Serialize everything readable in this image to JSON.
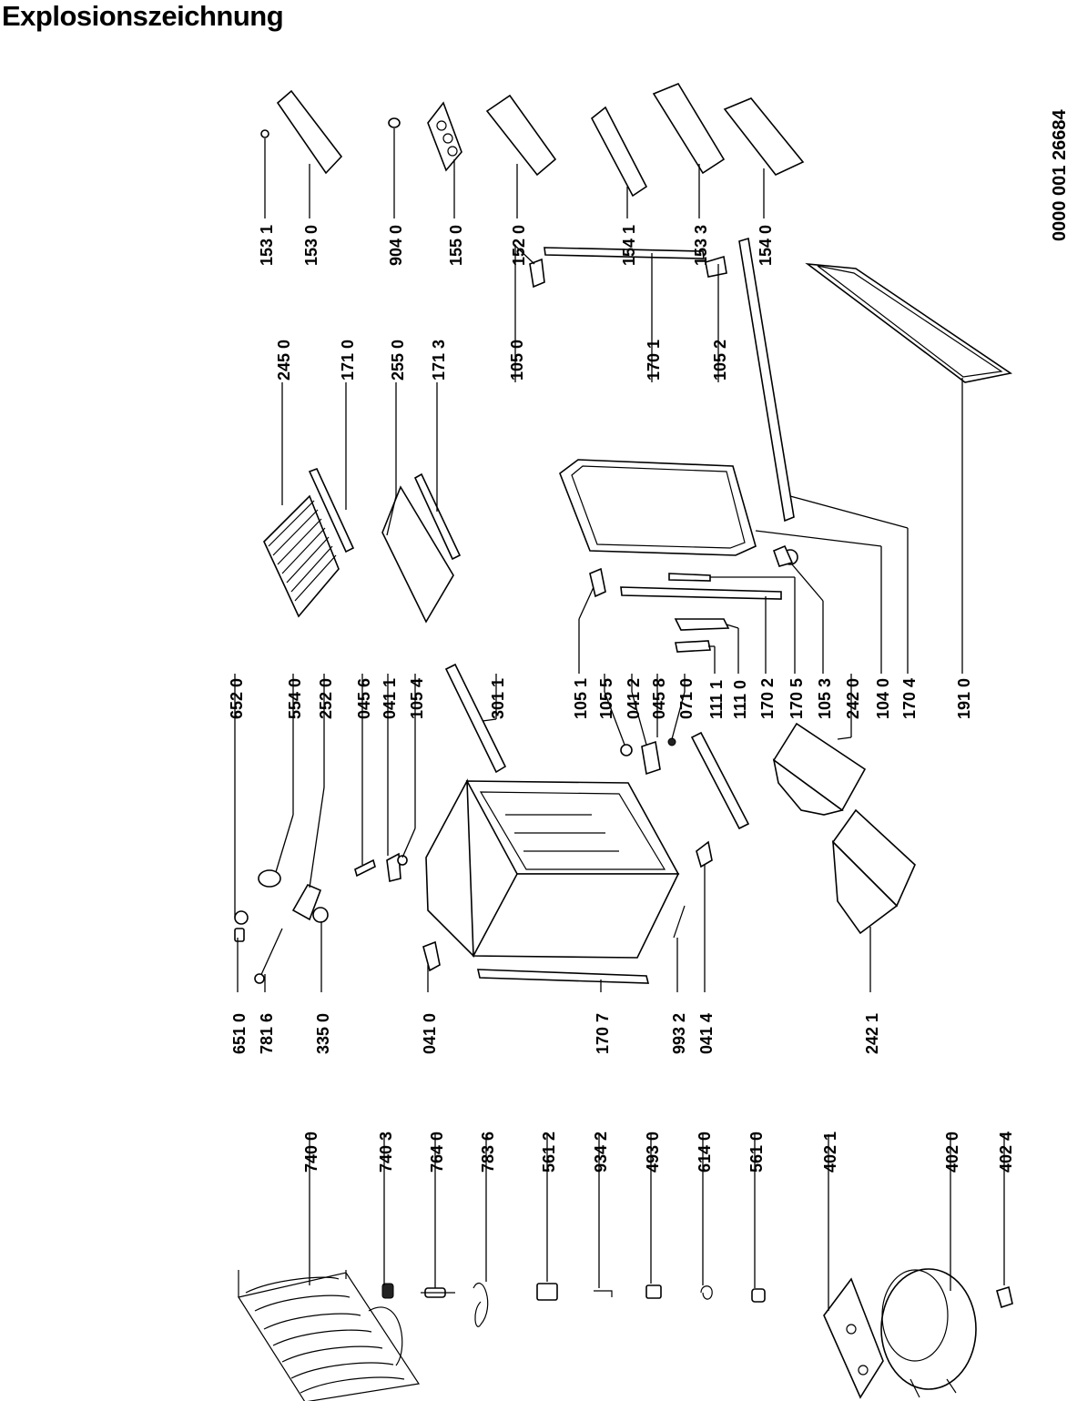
{
  "title": "Explosionszeichnung",
  "doc_number": "0000 001 26684",
  "labels": [
    "740 0",
    "740 3",
    "764 0",
    "783 6",
    "561 2",
    "934 2",
    "493 0",
    "614 0",
    "561 0",
    "402 1",
    "402 0",
    "402 4",
    "651 0",
    "781 6",
    "335 0",
    "041 0",
    "170 7",
    "993 2",
    "041 4",
    "242 1",
    "652 0",
    "554 0",
    "252 0",
    "045 6",
    "041 1",
    "105 4",
    "301 1",
    "105 1",
    "105 5",
    "041 2",
    "045 8",
    "071 0",
    "111 1",
    "111 0",
    "170 2",
    "170 5",
    "105 3",
    "242 0",
    "104 0",
    "170 4",
    "191 0",
    "245 0",
    "171 0",
    "255 0",
    "171 3",
    "105 0",
    "170 1",
    "105 2",
    "153 1",
    "153 0",
    "904 0",
    "155 0",
    "152 0",
    "154 1",
    "153 3",
    "154 0"
  ]
}
